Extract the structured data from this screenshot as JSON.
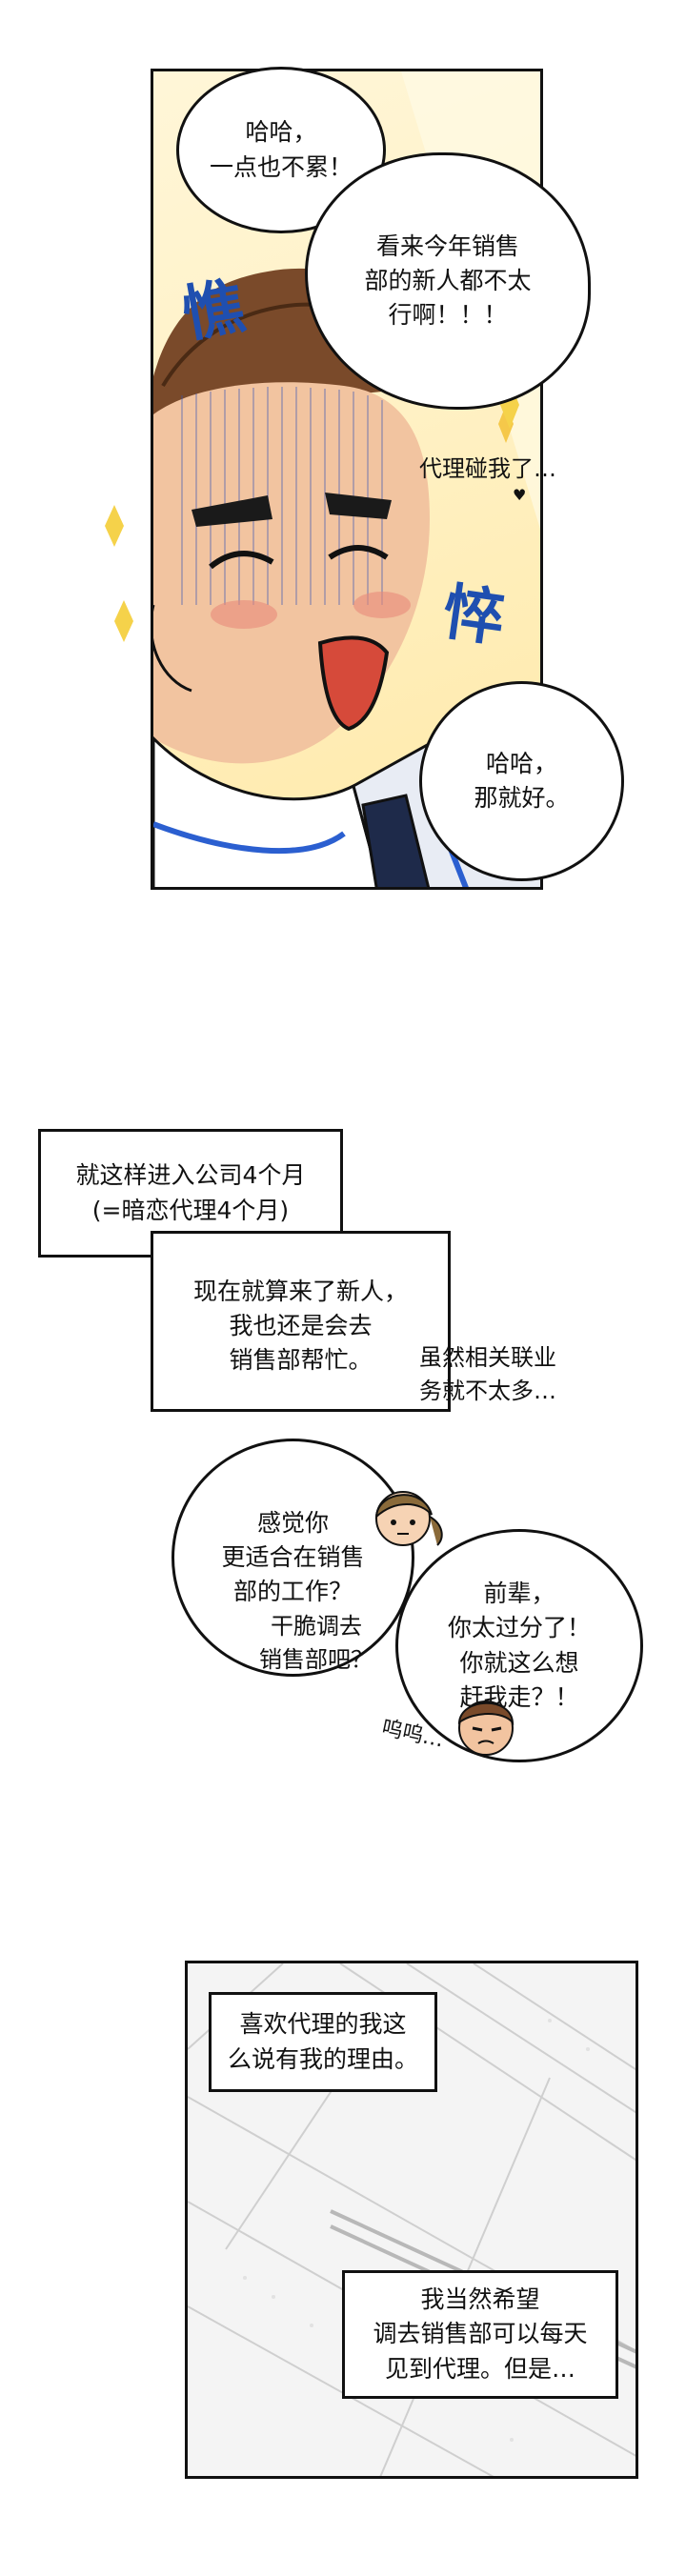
{
  "panel1": {
    "bubble_top": "哈哈，\n一点也不累！",
    "bubble_big": "看来今年销售\n部的新人都不太\n行啊！！！",
    "sfx_left": "憔",
    "sfx_right": "悴",
    "narration_side": "代理碰我了…",
    "bubble_bottom": "哈哈，\n那就好。",
    "bubble_bottom_mark": "^^"
  },
  "panel2": {
    "caption1": "就这样进入公司4个月\n(=暗恋代理4个月)",
    "caption2": "现在就算来了新人，\n我也还是会去\n销售部帮忙。",
    "side_text": "虽然相关联业\n务就不太多…",
    "bubble_left": "感觉你\n更适合在销售\n部的工作？",
    "bubble_left_extra": "干脆调去\n销售部吧？",
    "bubble_right": "前辈，\n你太过分了！\n你就这么想\n赶我走？！",
    "sfx_cry": "呜呜…"
  },
  "panel3": {
    "caption1": "喜欢代理的我这\n么说有我的理由。",
    "caption2": "我当然希望\n调去销售部可以每天\n见到代理。但是…"
  }
}
